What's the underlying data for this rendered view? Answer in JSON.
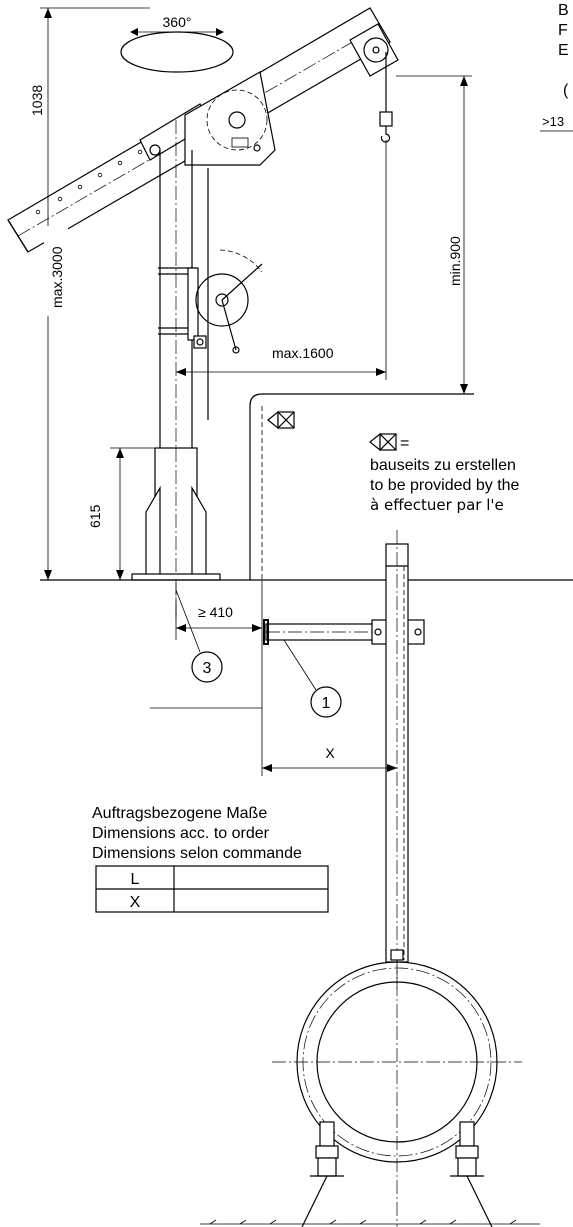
{
  "dimensions": {
    "rotation": "360°",
    "height_1038": "1038",
    "max_height": "max.3000",
    "min_900": "min.900",
    "max_reach": "max.1600",
    "base_height": "615",
    "min_distance": "≥ 410",
    "x_label": "X"
  },
  "callouts": {
    "item_3": "3",
    "item_1": "1"
  },
  "top_right_fragments": {
    "line1": "B",
    "line2": "F",
    "line3": "E",
    "paren": "(",
    "note": ">13"
  },
  "legend": {
    "symbol_eq": "=",
    "de": "bauseits zu erstellen",
    "en": "to be provided by the",
    "fr": "à effectuer par l'e"
  },
  "order_table": {
    "title_de": "Auftragsbezogene Maße",
    "title_en": "Dimensions acc. to order",
    "title_fr": "Dimensions selon commande",
    "rows": [
      {
        "key": "L",
        "value": ""
      },
      {
        "key": "X",
        "value": ""
      }
    ]
  }
}
